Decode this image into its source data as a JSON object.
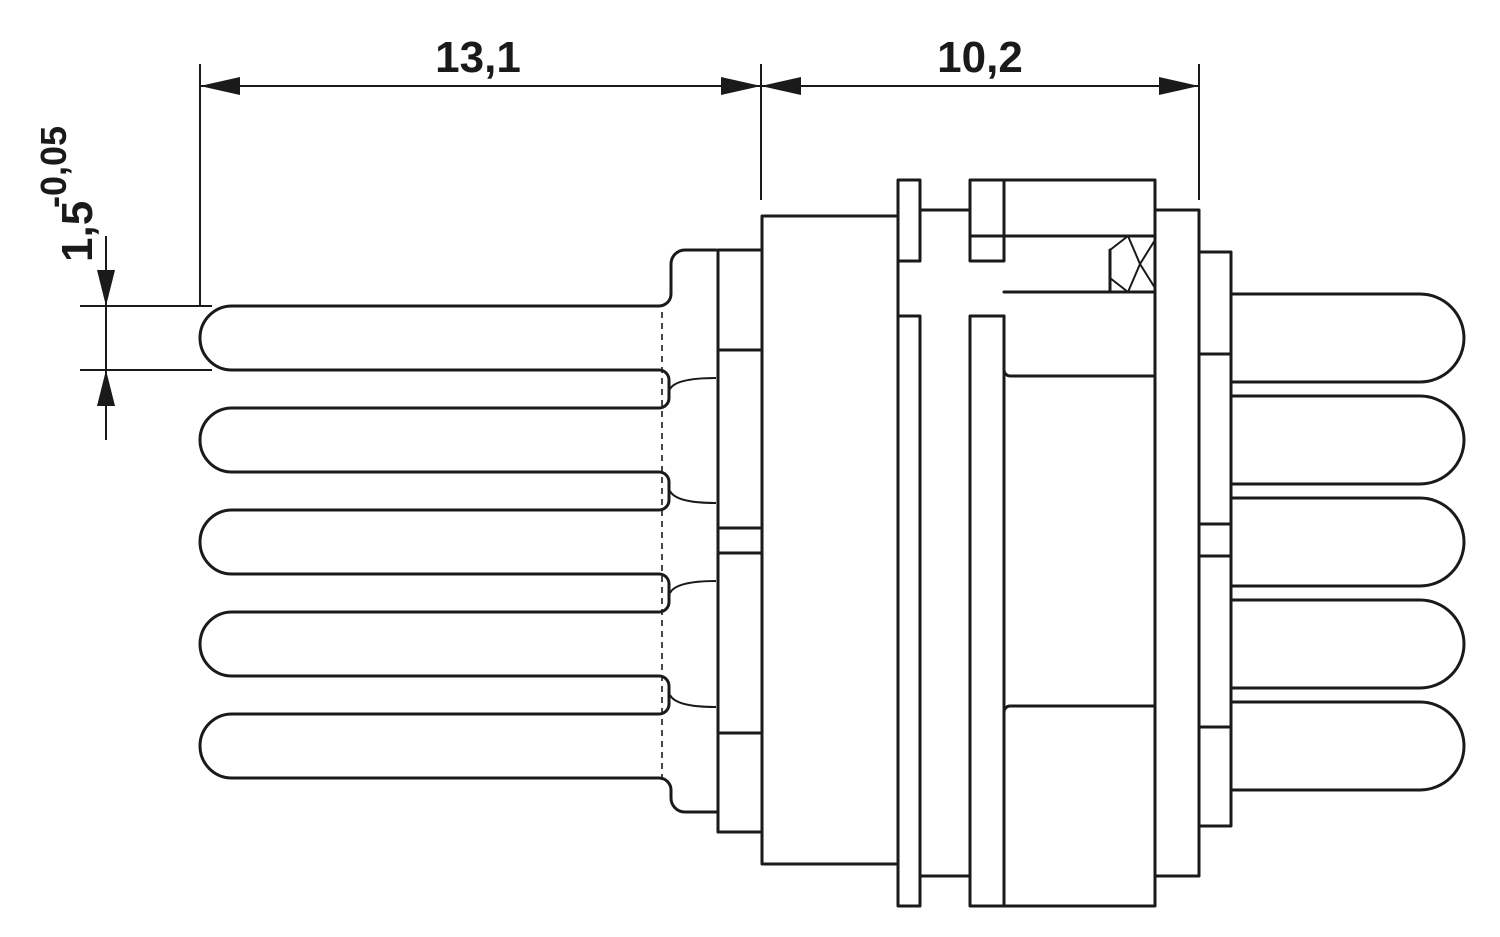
{
  "dimensions": {
    "pin_length": "13,1",
    "body_length": "10,2",
    "pin_pitch_value": "1,5",
    "pin_pitch_tolerance": "-0,05"
  }
}
